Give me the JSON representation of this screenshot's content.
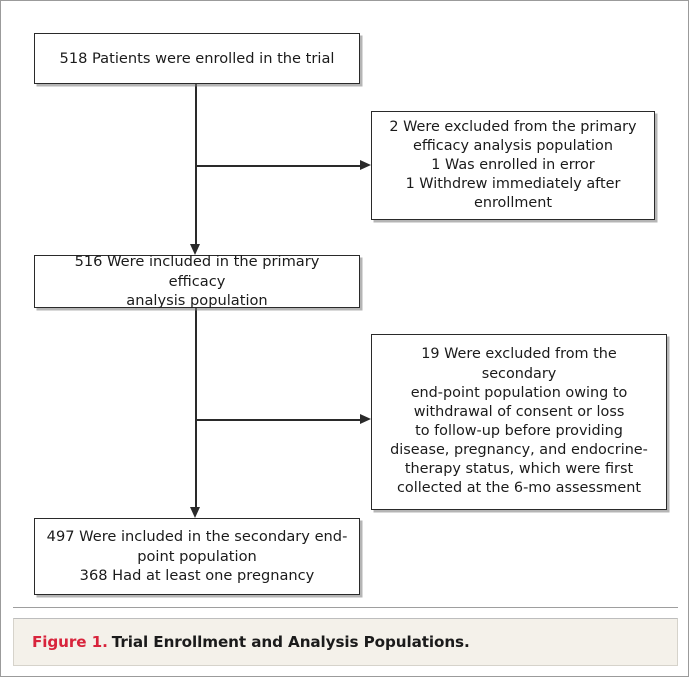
{
  "figure": {
    "label": "Figure 1.",
    "title": "Trial Enrollment and Analysis Populations.",
    "label_color": "#d8243c",
    "caption_background": "#f4f1ea"
  },
  "flowchart": {
    "type": "consort-flow-diagram",
    "orientation": "vertical-with-right-branches",
    "nodes": [
      {
        "id": "enrolled",
        "role": "main",
        "count": 518,
        "text": "518 Patients were enrolled in the trial"
      },
      {
        "id": "excluded_primary",
        "role": "exclusion",
        "count": 2,
        "text": "2 Were excluded from the primary\nefficacy analysis population\n1 Was enrolled in error\n1 Withdrew immediately after\nenrollment",
        "reasons": [
          {
            "count": 1,
            "text": "Was enrolled in error"
          },
          {
            "count": 1,
            "text": "Withdrew immediately after enrollment"
          }
        ]
      },
      {
        "id": "primary_population",
        "role": "main",
        "count": 516,
        "text": "516 Were included in the primary efficacy\nanalysis population"
      },
      {
        "id": "excluded_secondary",
        "role": "exclusion",
        "count": 19,
        "text": "19 Were excluded from the secondary\nend-point population owing to\nwithdrawal of consent or loss\nto follow-up before providing\ndisease, pregnancy, and endocrine-\ntherapy status, which were first\ncollected at the 6-mo assessment"
      },
      {
        "id": "secondary_population",
        "role": "main",
        "count": 497,
        "text": "497 Were included in the secondary end-\npoint population\n368 Had at least one pregnancy",
        "sub_counts": [
          {
            "count": 368,
            "text": "Had at least one pregnancy"
          }
        ]
      }
    ],
    "edges": [
      {
        "from": "enrolled",
        "to": "primary_population",
        "style": "arrow-down"
      },
      {
        "from": "enrolled",
        "to": "excluded_primary",
        "style": "arrow-right"
      },
      {
        "from": "primary_population",
        "to": "secondary_population",
        "style": "arrow-down"
      },
      {
        "from": "primary_population",
        "to": "excluded_secondary",
        "style": "arrow-right"
      }
    ],
    "line_color": "#2a2a2a",
    "box_border_color": "#2a2a2a",
    "box_fill": "#ffffff"
  }
}
